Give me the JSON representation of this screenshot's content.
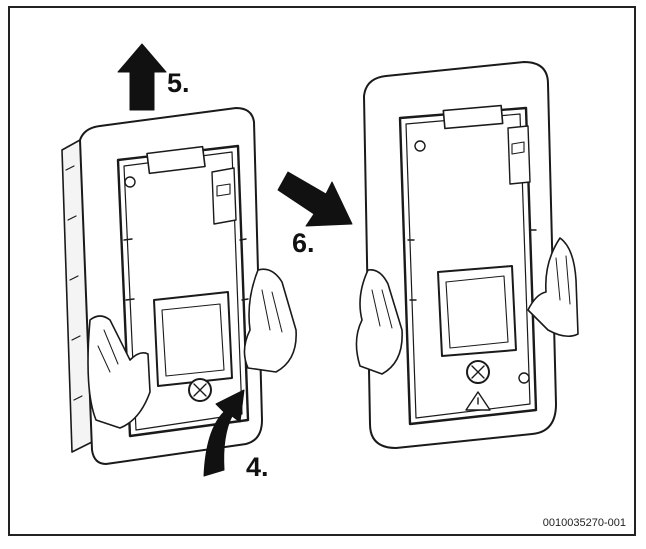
{
  "steps": {
    "step4": "4.",
    "step5": "5.",
    "step6": "6."
  },
  "document_id": "0010035270-001",
  "colors": {
    "line": "#1a1a1a",
    "arrow": "#111111",
    "hand_fill": "#ffffff"
  },
  "icons": [
    "arrow-up-icon",
    "arrow-right-down-icon",
    "curved-arrow-icon",
    "warning-triangle-icon",
    "screw-icon"
  ]
}
